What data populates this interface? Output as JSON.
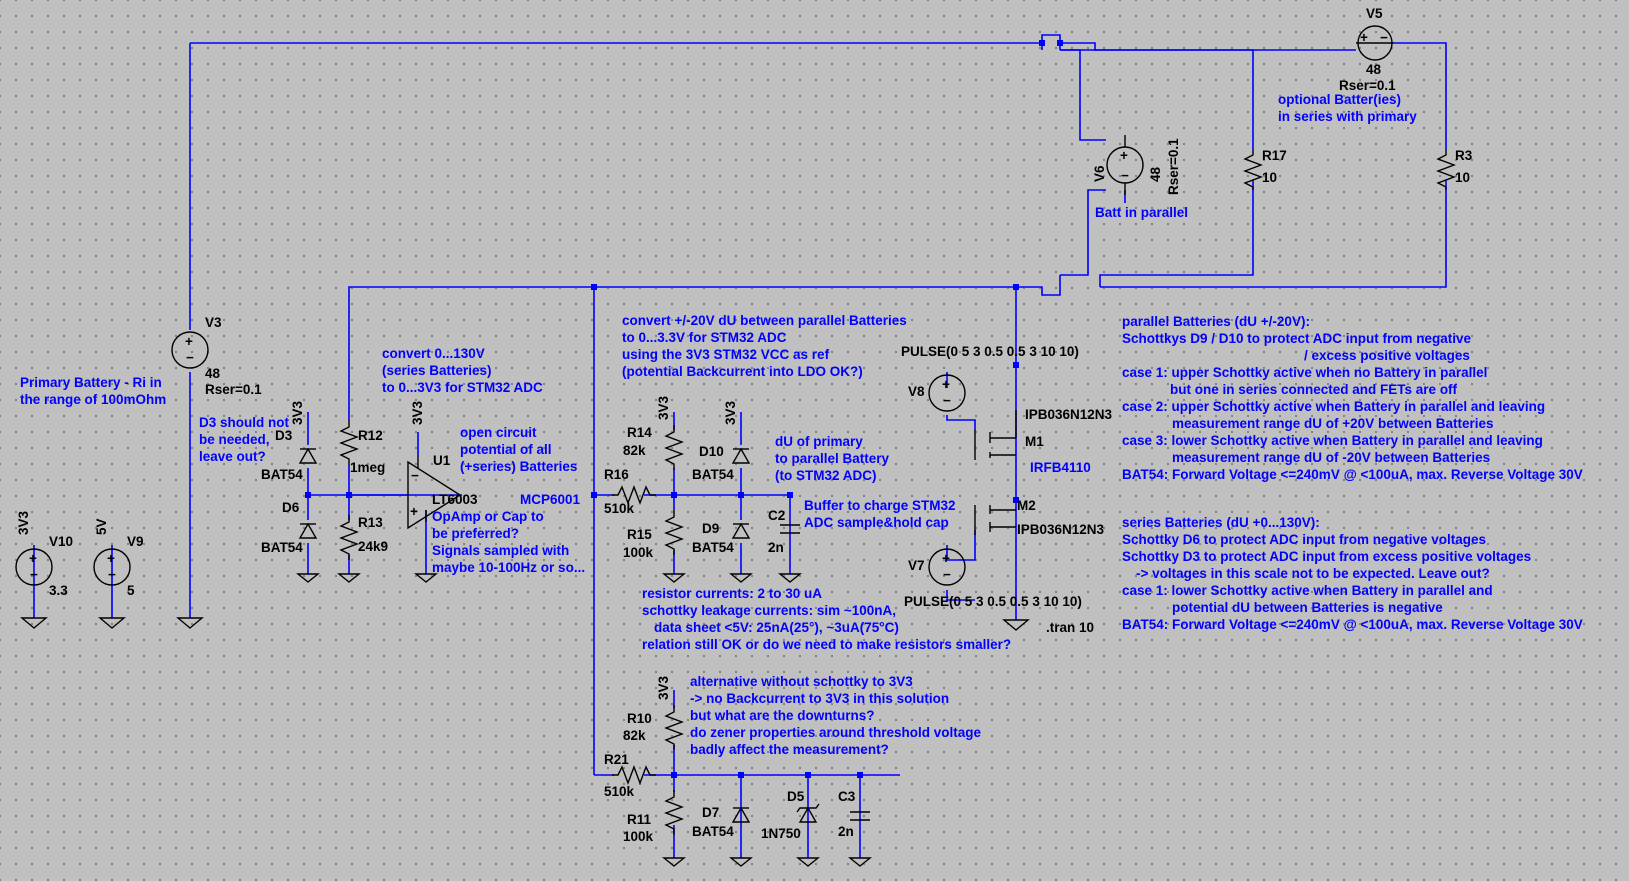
{
  "sources": [
    {
      "ref": "V5",
      "value": "48",
      "param": "Rser=0.1"
    },
    {
      "ref": "V6",
      "value": "48",
      "param": "Rser=0.1"
    },
    {
      "ref": "V3",
      "value": "48",
      "param": "Rser=0.1"
    },
    {
      "ref": "V10",
      "value": "3.3",
      "net": "3V3"
    },
    {
      "ref": "V9",
      "value": "5",
      "net": "5V"
    },
    {
      "ref": "V8",
      "value": "PULSE(0 5 3 0.5 0.5 3 10 10)"
    },
    {
      "ref": "V7",
      "value": "PULSE(0 5 3 0.5 0.5 3 10 10)"
    }
  ],
  "resistors": [
    {
      "ref": "R17",
      "value": "10"
    },
    {
      "ref": "R3",
      "value": "10"
    },
    {
      "ref": "R12",
      "value": "1meg"
    },
    {
      "ref": "R13",
      "value": "24k9"
    },
    {
      "ref": "R14",
      "value": "82k"
    },
    {
      "ref": "R16",
      "value": "510k"
    },
    {
      "ref": "R15",
      "value": "100k"
    },
    {
      "ref": "R10",
      "value": "82k"
    },
    {
      "ref": "R21",
      "value": "510k"
    },
    {
      "ref": "R11",
      "value": "100k"
    }
  ],
  "diodes": [
    {
      "ref": "D3",
      "value": "BAT54"
    },
    {
      "ref": "D6",
      "value": "BAT54"
    },
    {
      "ref": "D10",
      "value": "BAT54"
    },
    {
      "ref": "D9",
      "value": "BAT54"
    },
    {
      "ref": "D7",
      "value": "BAT54"
    },
    {
      "ref": "D5",
      "value": "1N750"
    }
  ],
  "capacitors": [
    {
      "ref": "C2",
      "value": "2n"
    },
    {
      "ref": "C3",
      "value": "2n"
    }
  ],
  "transistors": [
    {
      "ref": "M1",
      "value": "IPB036N12N3"
    },
    {
      "ref": "M2",
      "value": "IPB036N12N3"
    },
    {
      "ref": "shared",
      "value": "IRFB4110"
    }
  ],
  "opamp": {
    "ref": "U1",
    "value": "LT6003"
  },
  "net_labels": {
    "v3v3": "3V3",
    "v5": "5V"
  },
  "directive": ".tran 10",
  "notes": {
    "optional": [
      "optional Batter(ies)",
      "in series with primary"
    ],
    "parallel_batt": [
      "Batt in parallel"
    ],
    "primary": [
      "Primary Battery - Ri in",
      "the range of 100mOhm"
    ],
    "d3": [
      "D3 should not",
      "be needed,",
      "leave out?"
    ],
    "series_convert": [
      "convert 0...130V",
      "(series Batteries)",
      "to 0...3V3 for STM32 ADC"
    ],
    "open_circuit": [
      "open circuit",
      "potential of all",
      "(+series) Batteries"
    ],
    "mcp": [
      "MCP6001",
      "OpAmp or Cap to",
      "be preferred?",
      "Signals sampled with",
      "maybe 10-100Hz or so..."
    ],
    "parallel_convert": [
      "convert +/-20V dU between parallel Batteries",
      "to 0...3.3V for STM32 ADC",
      "using the 3V3 STM32 VCC as ref",
      "(potential Backcurrent into LDO OK?)"
    ],
    "du": [
      "dU of primary",
      "to parallel Battery",
      "(to STM32 ADC)"
    ],
    "buffer": [
      "Buffer to charge STM32",
      "ADC sample&hold cap"
    ],
    "currents": [
      "resistor currents: 2 to 30 uA",
      "schottky leakage currents: sim ~100nA,",
      "data sheet <5V: 25nA(25°), ~3uA(75°C)",
      "relation still OK or do we need to make resistors smaller?"
    ],
    "alternative": [
      "alternative without schottky to 3V3",
      "-> no Backcurrent to 3V3 in this solution",
      "but what are the downturns?",
      "do zener properties around threshold voltage",
      "badly affect the measurement?"
    ],
    "right_parallel": [
      "parallel Batteries (dU +/-20V):",
      "Schottkys D9 / D10 to protect ADC input from negative",
      "/ excess positive voltages",
      "case 1: upper Schottky active when no Battery in parallel",
      "but one in series connected and FETs are off",
      "case 2: upper Schottky active when Battery in parallel and leaving",
      "measurement range dU of +20V between Batteries",
      "case 3: lower Schottky active when Battery in parallel and leaving",
      "measurement range dU of -20V between Batteries",
      "BAT54: Forward Voltage <=240mV @ <100uA, max. Reverse Voltage 30V"
    ],
    "right_series": [
      "series Batteries (dU +0...130V):",
      "Schottky D6 to protect ADC input from negative voltages",
      "Schottky D3 to protect ADC input from excess positive voltages",
      "-> voltages in this scale not to be expected. Leave out?",
      "case 1: lower Schottky active when Battery in parallel and",
      "potential dU between Batteries is negative",
      "BAT54: Forward Voltage <=240mV @ <100uA, max. Reverse Voltage 30V"
    ]
  },
  "colors": {
    "background": "#c0c0c0",
    "wire": "#0000ff",
    "component": "#000000",
    "comment": "#0000ff"
  }
}
